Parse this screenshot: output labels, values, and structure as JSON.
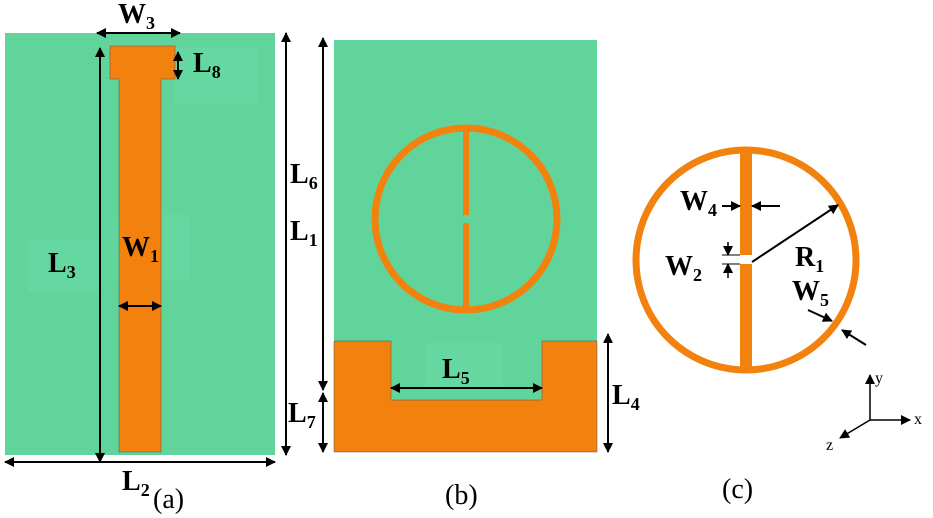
{
  "colors": {
    "substrate": "#61D49C",
    "copper": "#F2820D",
    "line": "#000000",
    "background": "#FFFFFF"
  },
  "labels": {
    "W3": {
      "main": "W",
      "sub": "3"
    },
    "L8": {
      "main": "L",
      "sub": "8"
    },
    "L6": {
      "main": "L",
      "sub": "6"
    },
    "L1": {
      "main": "L",
      "sub": "1"
    },
    "L3": {
      "main": "L",
      "sub": "3"
    },
    "W1": {
      "main": "W",
      "sub": "1"
    },
    "L7": {
      "main": "L",
      "sub": "7"
    },
    "L2": {
      "main": "L",
      "sub": "2"
    },
    "L5": {
      "main": "L",
      "sub": "5"
    },
    "L4": {
      "main": "L",
      "sub": "4"
    },
    "W4": {
      "main": "W",
      "sub": "4"
    },
    "W2": {
      "main": "W",
      "sub": "2"
    },
    "R1": {
      "main": "R",
      "sub": "1"
    },
    "W5": {
      "main": "W",
      "sub": "5"
    }
  },
  "captions": {
    "a": "(a)",
    "b": "(b)",
    "c": "(c)"
  },
  "axes": {
    "x": "x",
    "y": "y",
    "z": "z"
  }
}
